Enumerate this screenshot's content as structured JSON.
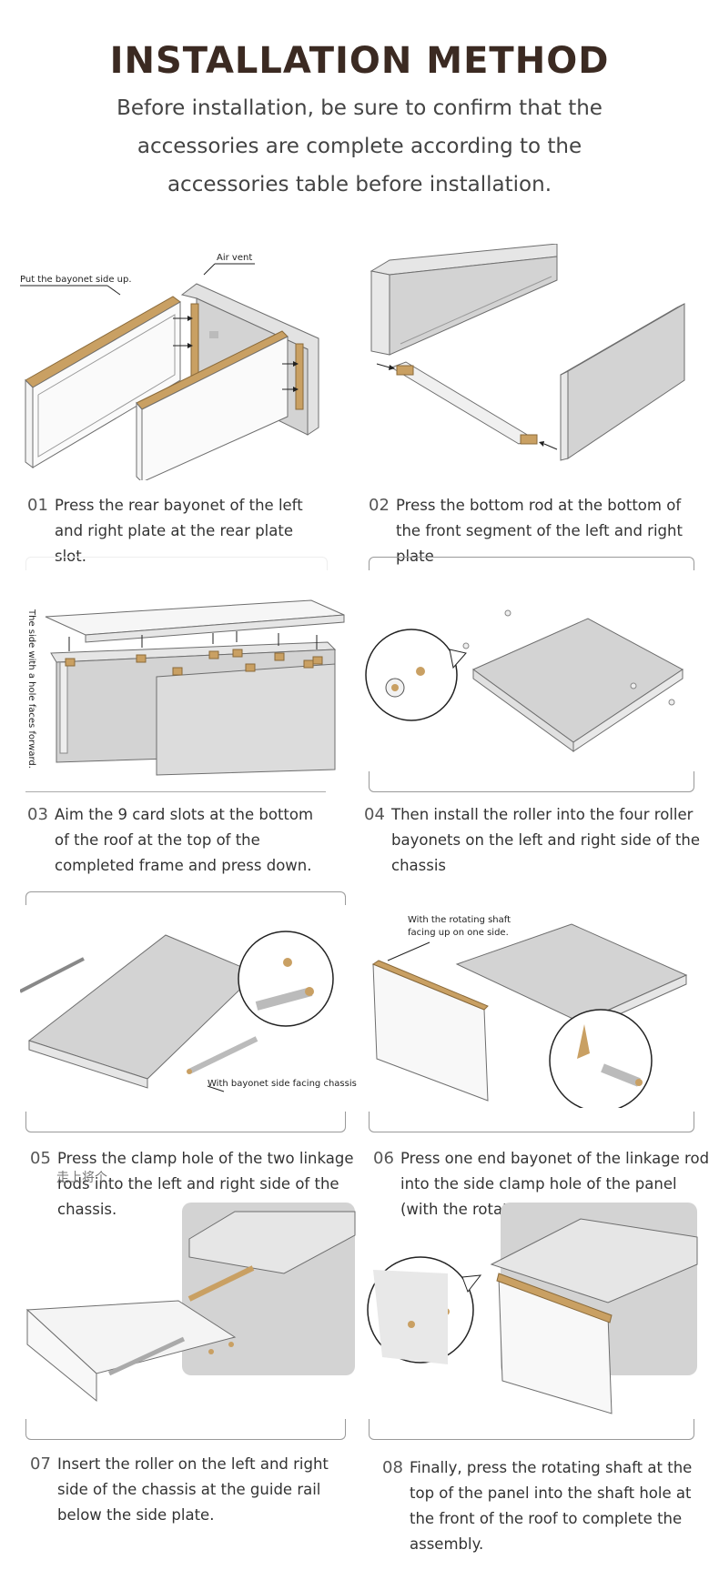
{
  "header": {
    "title": "INSTALLATION METHOD",
    "subtitle": "Before installation, be sure to confirm that the accessories are complete according to the accessories table before installation."
  },
  "steps": [
    {
      "num": "01",
      "text": "Press the rear bayonet of the left and right plate at the rear plate slot."
    },
    {
      "num": "02",
      "text": "Press the bottom rod at the bottom of the front segment of the left and right plate"
    },
    {
      "num": "03",
      "text": "Aim the 9 card slots at the bottom of the roof at the top of the completed frame and press down."
    },
    {
      "num": "04",
      "text": "Then install the roller into the four roller bayonets on the left and right side of the chassis"
    },
    {
      "num": "05",
      "text": "Press the clamp hole of the two linkage rods into the left and right side of the chassis."
    },
    {
      "num": "06",
      "text": "Press one end bayonet of the linkage rod into the side clamp hole of the panel (with the rotating shaft facing up)."
    },
    {
      "num": "07",
      "text": "Insert the roller on the left and right side of the chassis at the guide rail below the side plate."
    },
    {
      "num": "08",
      "text": "Finally, press the rotating shaft at the top of the panel into the shaft hole at the front of the roof to complete the assembly."
    }
  ],
  "figure_labels": {
    "air_vent": "Air vent",
    "bayonet_up": "Put the bayonet side up.",
    "hole_faces_forward": "The side with a hole faces forward.",
    "bayonet_facing_chassis": "With bayonet side facing chassis",
    "rotating_shaft_1": "With the rotating shaft",
    "rotating_shaft_2": "facing up on one side.",
    "stray_cjk": "走上将个"
  },
  "colors": {
    "title": "#3b2a22",
    "gold": "#c9a063",
    "panel_gray": "#d3d3d3",
    "outline": "#6e6e6e"
  }
}
